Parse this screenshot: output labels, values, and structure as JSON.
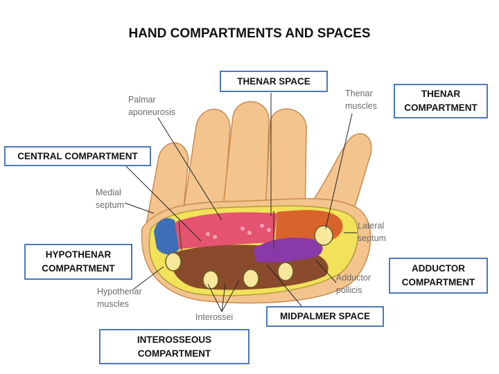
{
  "title": "HAND COMPARTMENTS AND SPACES",
  "boxes": {
    "thenar_space": "THENAR SPACE",
    "thenar_compartment": "THENAR\nCOMPARTMENT",
    "central_compartment": "CENTRAL COMPARTMENT",
    "hypothenar_compartment": "HYPOTHENAR\nCOMPARTMENT",
    "adductor_compartment": "ADDUCTOR\nCOMPARTMENT",
    "midpalmer_space": "MIDPALMER SPACE",
    "interosseous_compartment": "INTEROSSEOUS\nCOMPARTMENT"
  },
  "figure_labels": {
    "palmar_1": "Palmar",
    "palmar_2": "aponeurosis",
    "thenar_1": "Thenar",
    "thenar_2": "muscles",
    "medial_1": "Medial",
    "medial_2": "septum",
    "lateral_1": "Lateral",
    "lateral_2": "septum",
    "adductor_1": "Adductor",
    "adductor_2": "pollicis",
    "hypothenar_1": "Hypothenar",
    "hypothenar_2": "muscles",
    "interossei": "Interossei"
  },
  "colors": {
    "skin": "#f3c48e",
    "skin_outline": "#c98a4e",
    "central": "#e4536f",
    "thenar": "#d8642b",
    "hypothenar": "#3d6fb8",
    "adductor": "#8a3aa8",
    "interosseous": "#8a4a2c",
    "septum": "#f1e25a",
    "box_border": "#4a79b8"
  }
}
